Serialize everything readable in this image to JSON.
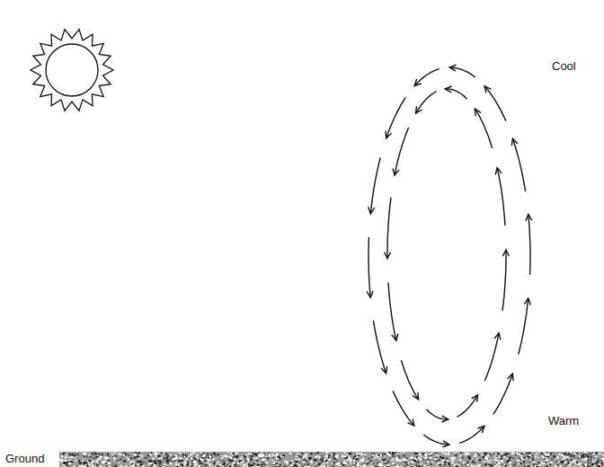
{
  "diagram": {
    "labels": [
      "Cool",
      "Warm",
      "Ground"
    ]
  }
}
